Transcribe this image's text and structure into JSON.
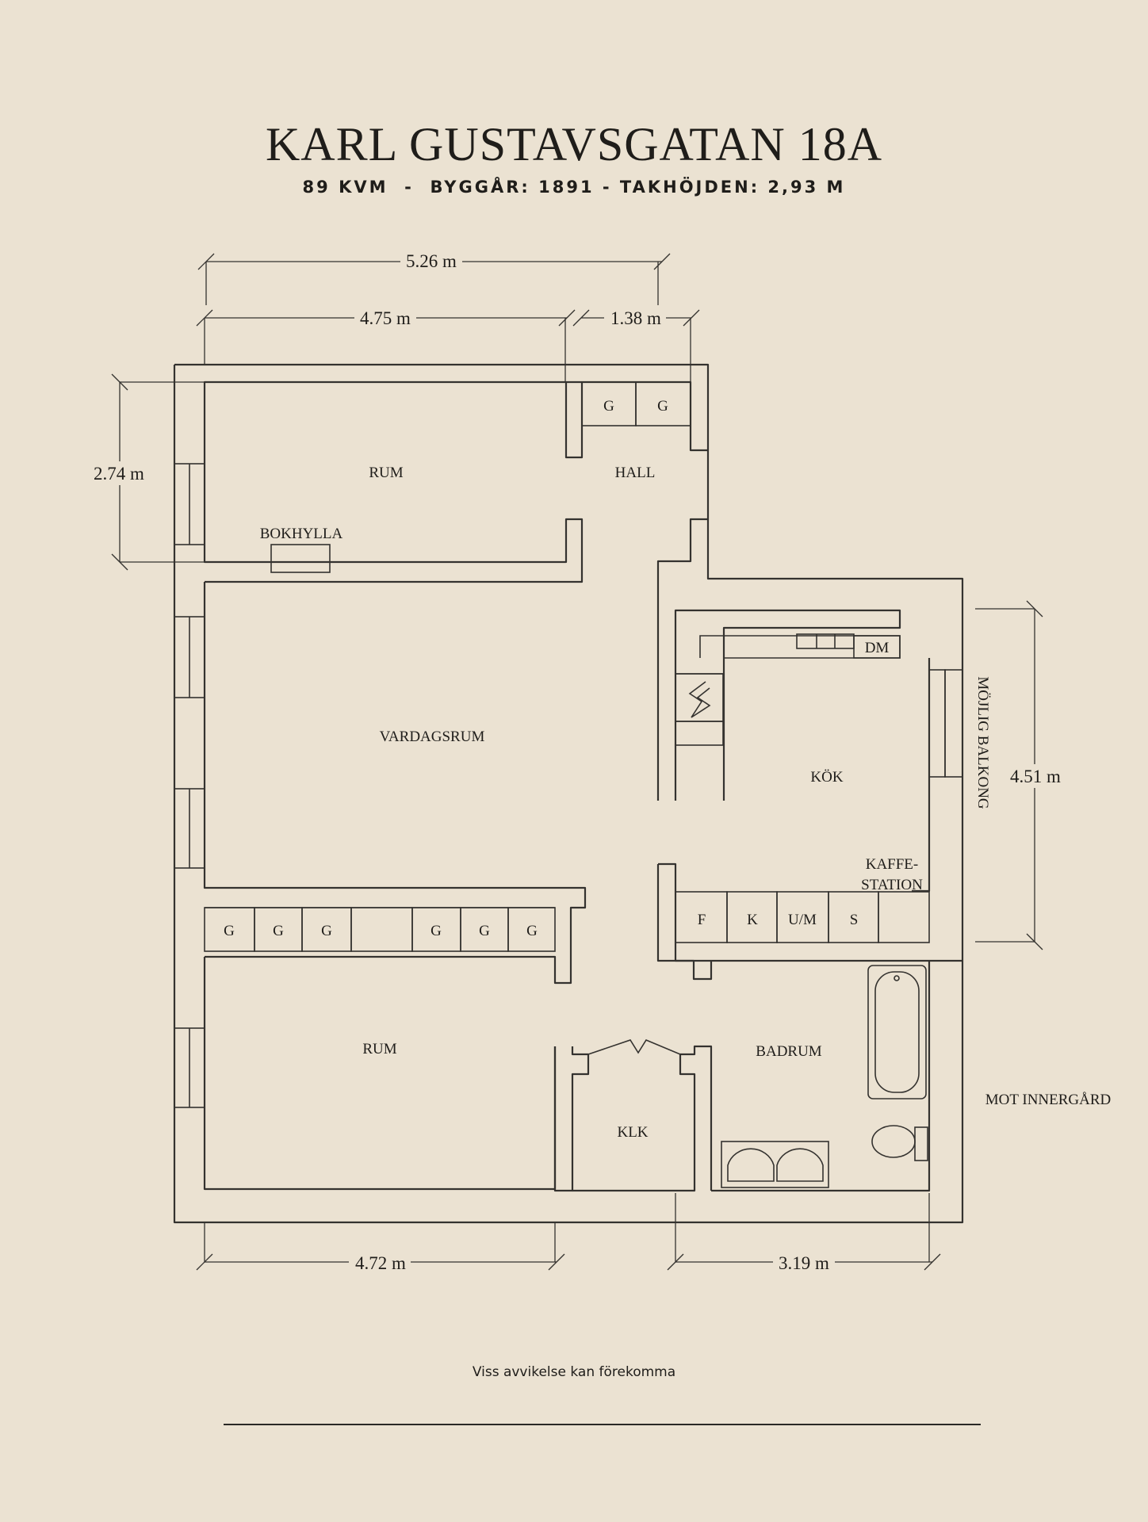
{
  "title": "KARL GUSTAVSGATAN 18A",
  "subtitle": "89 KVM  -  BYGGÅR: 1891 - TAKHÖJDEN: 2,93 M",
  "rooms": {
    "rum_top": "RUM",
    "hall": "HALL",
    "bokhylla": "BOKHYLLA",
    "vardagsrum": "VARDAGSRUM",
    "kok": "KÖK",
    "dm": "DM",
    "kaffe_1": "KAFFE-",
    "kaffe_2": "STATION",
    "rum_bottom": "RUM",
    "badrum": "BADRUM",
    "klk": "KLK",
    "balkong": "MÖJLIG BALKONG",
    "innergard": "MOT INNERGÅRD"
  },
  "wardrobes": {
    "hall": [
      "G",
      "G"
    ],
    "bedroom": [
      "G",
      "G",
      "G",
      "",
      "G",
      "G",
      "G"
    ]
  },
  "kitchen_units": [
    "F",
    "K",
    "U/M",
    "S",
    ""
  ],
  "dimensions": {
    "top_total": "5.26 m",
    "top_left": "4.75 m",
    "top_right": "1.38 m",
    "left": "2.74 m",
    "right": "4.51 m",
    "bottom_left": "4.72 m",
    "bottom_right": "3.19 m"
  },
  "footnote": "Viss avvikelse kan förekomma"
}
